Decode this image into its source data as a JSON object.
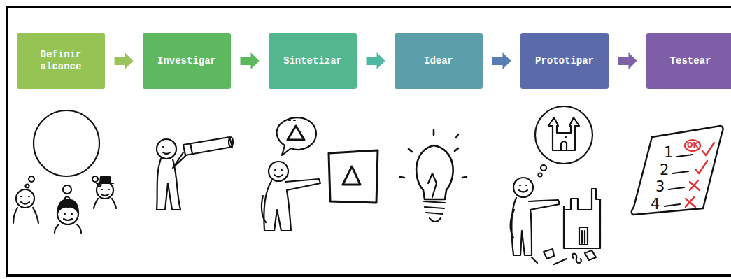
{
  "diagram": {
    "nodes": [
      {
        "text": [
          "Definir alcance"
        ]
      },
      {
        "text": [
          "Investigar"
        ]
      },
      {
        "text": [
          "Sintetizar"
        ]
      },
      {
        "text": [
          "Idear"
        ]
      },
      {
        "text": [
          "Prototipar"
        ]
      },
      {
        "text": [
          "Testear"
        ]
      }
    ],
    "edges": [
      {
        "from": 0,
        "to": 1,
        "arrow": "to"
      },
      {
        "from": 1,
        "to": 2,
        "arrow": "to"
      },
      {
        "from": 2,
        "to": 3,
        "arrow": "to"
      },
      {
        "from": 3,
        "to": 4,
        "arrow": "to"
      },
      {
        "from": 4,
        "to": 5,
        "arrow": "to"
      }
    ],
    "labels": [
      "OK",
      "1",
      "2",
      "3",
      "4"
    ]
  }
}
